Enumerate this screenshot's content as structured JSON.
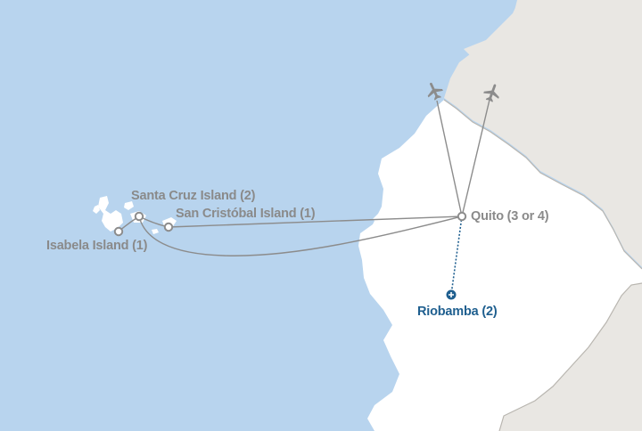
{
  "colors": {
    "ocean": "#b8d4ee",
    "mainland": "#ffffff",
    "neighbor_land": "#e9e7e3",
    "border": "#b9b6b0",
    "route": "#8c8c8c",
    "label_gray": "#8a8a8a",
    "highlight_blue": "#1f5f8f"
  },
  "icons": {
    "flight_arrival": "airplane-icon",
    "flight_departure": "airplane-icon",
    "waypoint": "circle-waypoint-icon",
    "destination": "plus-marker-icon"
  },
  "places": {
    "quito": {
      "label": "Quito (3 or 4)"
    },
    "riobamba": {
      "label": "Riobamba (2)"
    },
    "santa_cruz": {
      "label": "Santa Cruz Island (2)"
    },
    "san_cristobal": {
      "label": "San Cristóbal Island (1)"
    },
    "isabela": {
      "label": "Isabela Island (1)"
    }
  }
}
